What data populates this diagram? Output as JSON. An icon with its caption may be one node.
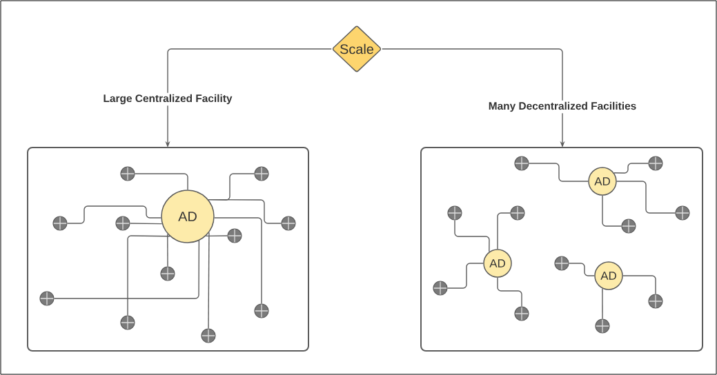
{
  "diagram": {
    "nodes": [
      {
        "text": [
          "Scale"
        ]
      },
      {
        "text": [],
        "shape": "box"
      },
      {
        "text": [
          "AD"
        ],
        "in": 1
      },
      {
        "text": [],
        "shape": "circle",
        "in": 1
      },
      {
        "text": [],
        "shape": "circle",
        "in": 1
      },
      {
        "text": [],
        "shape": "circle",
        "in": 1
      },
      {
        "text": [],
        "shape": "circle",
        "in": 1
      },
      {
        "text": [],
        "shape": "circle",
        "in": 1
      },
      {
        "text": [],
        "shape": "circle",
        "in": 1
      },
      {
        "text": [],
        "shape": "circle",
        "in": 1
      },
      {
        "text": [],
        "shape": "circle",
        "in": 1
      },
      {
        "text": [],
        "shape": "circle",
        "in": 1
      },
      {
        "text": [],
        "shape": "circle",
        "in": 1
      },
      {
        "text": [],
        "shape": "circle",
        "in": 1
      },
      {
        "text": [],
        "shape": "box"
      },
      {
        "text": [
          "AD"
        ],
        "in": 14
      },
      {
        "text": [],
        "shape": "circle",
        "in": 14
      },
      {
        "text": [],
        "shape": "circle",
        "in": 14
      },
      {
        "text": [],
        "shape": "circle",
        "in": 14
      },
      {
        "text": [],
        "shape": "circle",
        "in": 14
      },
      {
        "text": [
          "AD"
        ],
        "in": 14
      },
      {
        "text": [],
        "shape": "circle",
        "in": 14
      },
      {
        "text": [],
        "shape": "circle",
        "in": 14
      },
      {
        "text": [],
        "shape": "circle",
        "in": 14
      },
      {
        "text": [],
        "shape": "circle",
        "in": 14
      },
      {
        "text": [
          "AD"
        ],
        "in": 14
      },
      {
        "text": [],
        "shape": "circle",
        "in": 14
      },
      {
        "text": [],
        "shape": "circle",
        "in": 14
      },
      {
        "text": [],
        "shape": "circle",
        "in": 14
      }
    ],
    "edges": [
      {
        "from": 0,
        "to": 1,
        "arrow": "to",
        "label": "Large Centralized Facility"
      },
      {
        "from": 0,
        "to": 14,
        "arrow": "to",
        "label": "Many Decentralized Facilities"
      },
      {
        "from": 2,
        "to": 3,
        "arrow": "none"
      },
      {
        "from": 2,
        "to": 4,
        "arrow": "none"
      },
      {
        "from": 2,
        "to": 5,
        "arrow": "none"
      },
      {
        "from": 2,
        "to": 6,
        "arrow": "none"
      },
      {
        "from": 2,
        "to": 7,
        "arrow": "none"
      },
      {
        "from": 2,
        "to": 8,
        "arrow": "none"
      },
      {
        "from": 2,
        "to": 9,
        "arrow": "none"
      },
      {
        "from": 2,
        "to": 10,
        "arrow": "none"
      },
      {
        "from": 2,
        "to": 11,
        "arrow": "none"
      },
      {
        "from": 2,
        "to": 12,
        "arrow": "none"
      },
      {
        "from": 2,
        "to": 13,
        "arrow": "none"
      },
      {
        "from": 15,
        "to": 16,
        "arrow": "none"
      },
      {
        "from": 15,
        "to": 17,
        "arrow": "none"
      },
      {
        "from": 15,
        "to": 18,
        "arrow": "none"
      },
      {
        "from": 15,
        "to": 19,
        "arrow": "none"
      },
      {
        "from": 20,
        "to": 21,
        "arrow": "none"
      },
      {
        "from": 20,
        "to": 22,
        "arrow": "none"
      },
      {
        "from": 20,
        "to": 23,
        "arrow": "none"
      },
      {
        "from": 20,
        "to": 24,
        "arrow": "none"
      },
      {
        "from": 25,
        "to": 26,
        "arrow": "none"
      },
      {
        "from": 25,
        "to": 27,
        "arrow": "none"
      },
      {
        "from": 25,
        "to": 28,
        "arrow": "none"
      }
    ]
  }
}
